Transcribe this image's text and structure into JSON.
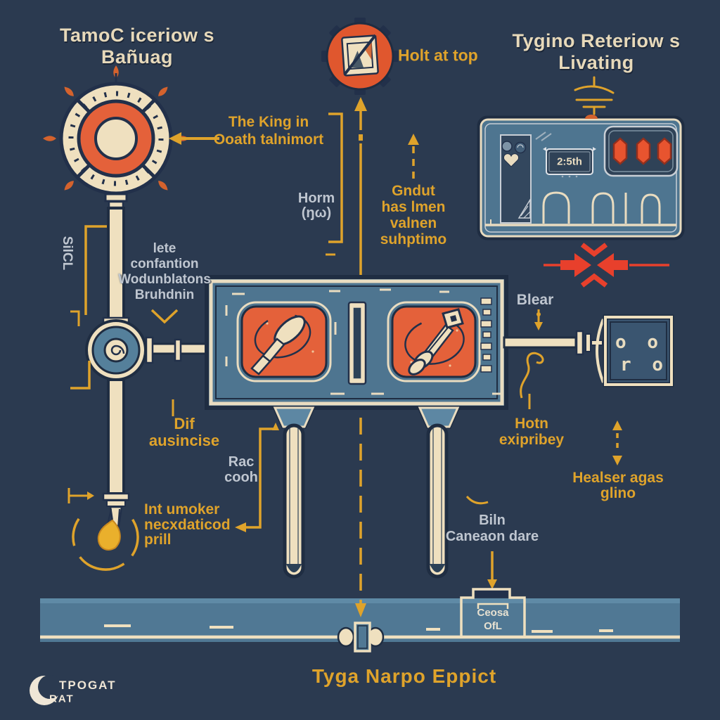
{
  "colors": {
    "background": "#2b3a50",
    "cream": "#efe0bf",
    "gold": "#dfa32b",
    "orange": "#e4613a",
    "orange_red": "#e8542f",
    "red": "#e8402c",
    "steel_blue": "#4e7590",
    "navy_line": "#1f2d42",
    "gray_text": "#bfc6d0"
  },
  "titles": {
    "top_left": {
      "line1": "TamoC iceriow s",
      "line2": "Bañuag"
    },
    "top_right": {
      "line1": "Tygino Reteriow s",
      "line2": "Livating"
    },
    "bottom": "Tyga Narpo Eppict"
  },
  "labels": {
    "badge": "Holt at top",
    "king": {
      "line1": "The King in",
      "line2": "Ooath talnimort"
    },
    "horm": {
      "line1": "Horm",
      "line2": "(ŋω)"
    },
    "gndut": {
      "line1": "Gndut",
      "line2": "has lmen",
      "line3": "valnen",
      "line4": "suhptimo"
    },
    "blear": "Blear",
    "lete": {
      "line1": "lete",
      "line2": "confantion",
      "line3": "Wodunblatons",
      "line4": "Bruhdnin"
    },
    "sil": "SilCL",
    "dif": {
      "line1": "Dif",
      "line2": "ausincise"
    },
    "rac": {
      "line1": "Rac",
      "line2": "cooh"
    },
    "smoker": {
      "line1": "Int umoker",
      "line2": "necxdaticod",
      "line3": "prill"
    },
    "hotn": {
      "line1": "Hotn",
      "line2": "exipribey"
    },
    "healser": {
      "line1": "Healser agas",
      "line2": "glino"
    },
    "biln": {
      "line1": "Biln",
      "line2": "Caneaon dare"
    }
  },
  "panel": {
    "plaque": "2:5th"
  },
  "glyph_box": {
    "row1": "o o",
    "row2": "r o"
  },
  "briefcase": {
    "line1": "Ceosa",
    "line2": "OfL"
  },
  "logo": {
    "line1": "TPOGAT",
    "line2": "RAT"
  },
  "icons": {
    "gauge": "gauge-dial",
    "badge": "prohibition-badge",
    "ground": "ground-symbol",
    "panel": "control-panel",
    "compress": "compress-arrows",
    "valve": "valve-wheel",
    "toolbox": "tool-chamber-box",
    "flame": "flame-burner",
    "fitting": "pipe-fitting",
    "briefcase": "briefcase-box",
    "logo": "crescent-logo"
  }
}
